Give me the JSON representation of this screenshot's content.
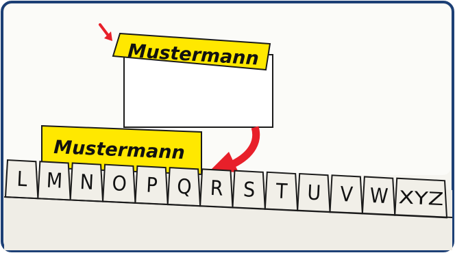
{
  "colors": {
    "frame_border": "#1c3f75",
    "background": "#f6f5f0",
    "label_yellow": "#ffe800",
    "arrow_red": "#e8202a",
    "cabinet": "#efede6",
    "tab_fill": "#f1efe8",
    "outline": "#1a1a1a"
  },
  "cards": {
    "floating_label": "Mustermann",
    "inserted_label": "Mustermann"
  },
  "tabs": [
    {
      "letter": "L",
      "emphasis": false
    },
    {
      "letter": "M",
      "emphasis": true
    },
    {
      "letter": "N",
      "emphasis": false
    },
    {
      "letter": "O",
      "emphasis": false
    },
    {
      "letter": "P",
      "emphasis": false
    },
    {
      "letter": "Q",
      "emphasis": false
    },
    {
      "letter": "R",
      "emphasis": false
    },
    {
      "letter": "S",
      "emphasis": false
    },
    {
      "letter": "T",
      "emphasis": false
    },
    {
      "letter": "U",
      "emphasis": false
    },
    {
      "letter": "V",
      "emphasis": false
    },
    {
      "letter": "W",
      "emphasis": false
    },
    {
      "letter": "XYZ",
      "emphasis": false
    }
  ],
  "icons": {
    "small_arrow": "red-arrow-icon",
    "curved_arrow": "red-curved-arrow-icon"
  }
}
